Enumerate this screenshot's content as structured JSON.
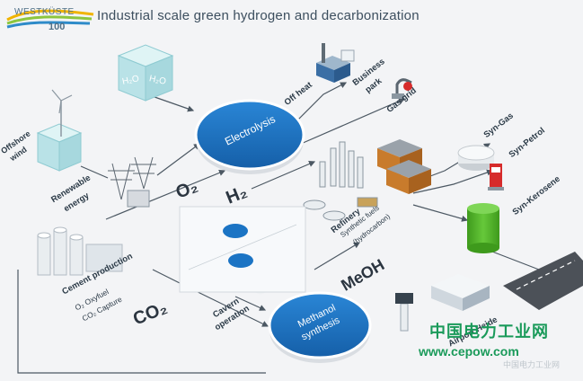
{
  "header": {
    "logo_text": "WESTKÜSTE",
    "logo_number": "100",
    "title": "Industrial scale green hydrogen and decarbonization"
  },
  "nodes": {
    "electrolysis": "Electrolysis",
    "methanol_line1": "Methanol",
    "methanol_line2": "synthesis",
    "water_left": "H₂O",
    "water_right": "H₂O"
  },
  "labels": {
    "offshore_line1": "Offshore",
    "offshore_line2": "wind",
    "renewable_line1": "Renewable",
    "renewable_line2": "energy",
    "cement_production": "Cement production",
    "cement_oxyfuel": "O₂ Oxyfuel",
    "cement_capture": "CO₂ Capture",
    "off_heat": "Off heat",
    "business_line1": "Business",
    "business_line2": "park",
    "gas_grid": "Gas grid",
    "syn_gas": "Syn-Gas",
    "syn_petrol": "Syn-Petrol",
    "syn_kerosene": "Syn-Kerosene",
    "refinery": "Refinery",
    "refinery_sub1": "Synthetic fuels",
    "refinery_sub2": "(hydrocarbon)",
    "cavern_line1": "Cavern",
    "cavern_line2": "operation",
    "airport": "Airport Heide"
  },
  "molecules": {
    "o2": "O₂",
    "h2": "H₂",
    "co2": "CO₂",
    "meoh": "MeOH"
  },
  "watermark": {
    "cn": "中国电力工业网",
    "url": "www.cepow.com",
    "small": "中国电力工业网"
  },
  "colors": {
    "process_blue": "#1b74c4",
    "water_cube": "#bfe6ea",
    "tank_green": "#54b82a",
    "gas_red": "#d62b2b",
    "watermark_green": "#1a9a5a"
  }
}
